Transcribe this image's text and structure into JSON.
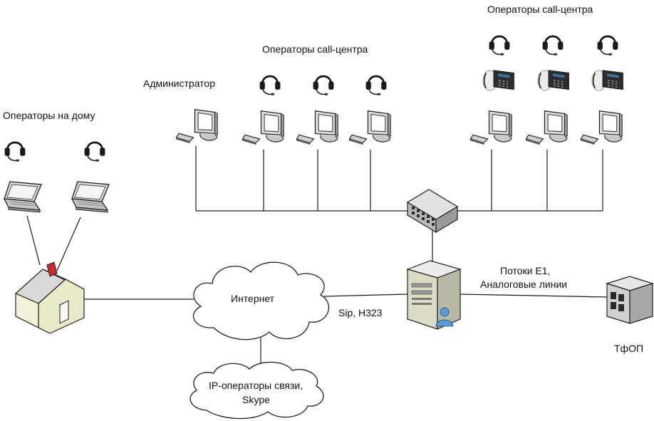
{
  "labels": {
    "home_operators": "Операторы на дому",
    "admin": "Администратор",
    "operators_mid": "Операторы call-центра",
    "operators_right": "Операторы call-центра",
    "internet": "Интернет",
    "ip_operators_line1": "IP-операторы связи,",
    "ip_operators_line2": "Skype",
    "sip": "Sip, H323",
    "streams_line1": "Потоки E1,",
    "streams_line2": "Аналоговые линии",
    "pstn": "ТфОП"
  },
  "icons": {
    "headset": "headset-icon",
    "laptop": "laptop-icon",
    "monitor": "desktop-computer-icon",
    "phone": "ip-phone-icon",
    "house": "house-icon",
    "cloud": "cloud-icon",
    "server": "server-icon",
    "switch": "network-switch-icon",
    "exchange": "telephone-exchange-icon"
  }
}
